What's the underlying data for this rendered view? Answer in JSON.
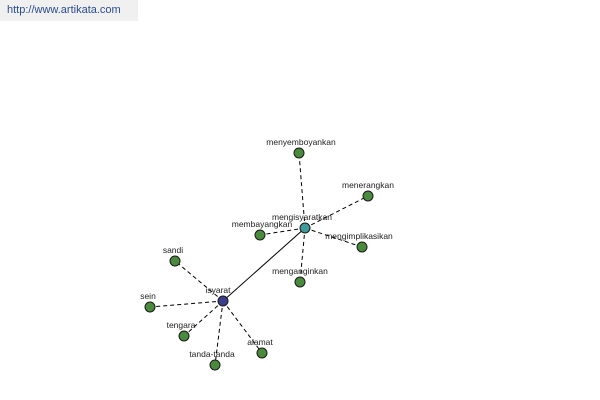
{
  "banner": {
    "url": "http://www.artikata.com"
  },
  "colors": {
    "primary_node": "#3a3f8c",
    "secondary_node": "#3f9a9a",
    "leaf_node": "#4a8a3c"
  },
  "graph": {
    "nodes": [
      {
        "id": "isyarat",
        "label": "isyarat",
        "role": "primary"
      },
      {
        "id": "mengisyaratkan",
        "label": "mengisyaratkan",
        "role": "secondary"
      },
      {
        "id": "menyemboyankan",
        "label": "menyemboyankan",
        "role": "leaf"
      },
      {
        "id": "menerangkan",
        "label": "menerangkan",
        "role": "leaf"
      },
      {
        "id": "membayangkan",
        "label": "membayangkan",
        "role": "leaf"
      },
      {
        "id": "mengimplikasikan",
        "label": "mengimplikasikan",
        "role": "leaf"
      },
      {
        "id": "menganginkan",
        "label": "menganginkan",
        "role": "leaf"
      },
      {
        "id": "sandi",
        "label": "sandi",
        "role": "leaf"
      },
      {
        "id": "sein",
        "label": "sein",
        "role": "leaf"
      },
      {
        "id": "tengara",
        "label": "tengara",
        "role": "leaf"
      },
      {
        "id": "tanda-tanda",
        "label": "tanda-tanda",
        "role": "leaf"
      },
      {
        "id": "alamat",
        "label": "alamat",
        "role": "leaf"
      }
    ],
    "edges": [
      {
        "from": "isyarat",
        "to": "mengisyaratkan",
        "style": "solid"
      },
      {
        "from": "mengisyaratkan",
        "to": "menyemboyankan",
        "style": "dashed"
      },
      {
        "from": "mengisyaratkan",
        "to": "menerangkan",
        "style": "dashed"
      },
      {
        "from": "mengisyaratkan",
        "to": "membayangkan",
        "style": "dashed"
      },
      {
        "from": "mengisyaratkan",
        "to": "mengimplikasikan",
        "style": "dashed"
      },
      {
        "from": "mengisyaratkan",
        "to": "menganginkan",
        "style": "dashed"
      },
      {
        "from": "isyarat",
        "to": "sandi",
        "style": "dashed"
      },
      {
        "from": "isyarat",
        "to": "sein",
        "style": "dashed"
      },
      {
        "from": "isyarat",
        "to": "tengara",
        "style": "dashed"
      },
      {
        "from": "isyarat",
        "to": "tanda-tanda",
        "style": "dashed"
      },
      {
        "from": "isyarat",
        "to": "alamat",
        "style": "dashed"
      }
    ]
  }
}
